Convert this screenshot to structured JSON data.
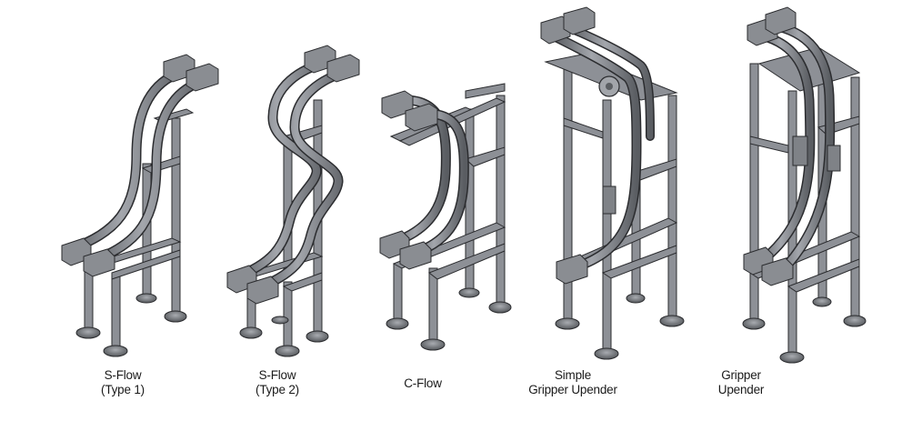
{
  "figure": {
    "items": [
      {
        "name": "s-flow-type-1",
        "lines": [
          "S-Flow",
          "(Type 1)"
        ]
      },
      {
        "name": "s-flow-type-2",
        "lines": [
          "S-Flow",
          "(Type 2)"
        ]
      },
      {
        "name": "c-flow",
        "lines": [
          "C-Flow"
        ]
      },
      {
        "name": "simple-gripper-upender",
        "lines": [
          "Simple",
          "Gripper Upender"
        ]
      },
      {
        "name": "gripper-upender",
        "lines": [
          "Gripper",
          "Upender"
        ]
      }
    ]
  },
  "colors": {
    "metal_light": "#9a9da3",
    "metal_mid": "#7b7e84",
    "metal_dark": "#4a4c50",
    "outline": "#2b2c2f",
    "caption": "#1a1a1a"
  }
}
